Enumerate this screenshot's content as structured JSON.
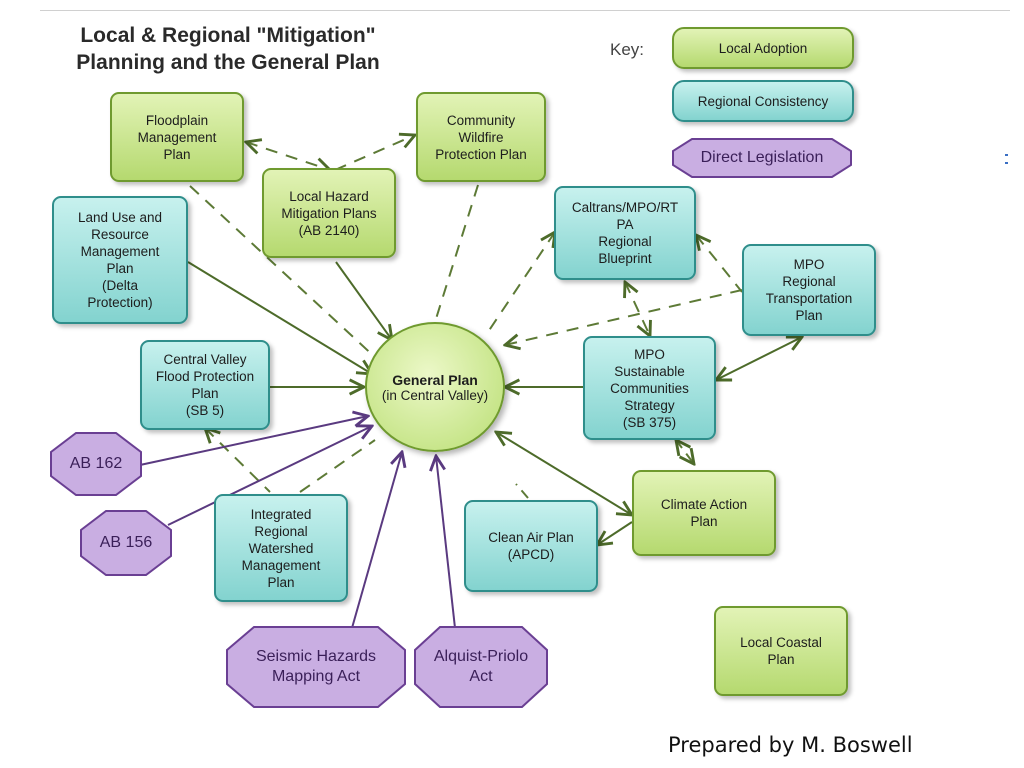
{
  "diagram": {
    "title": "Local & Regional \"Mitigation\"\nPlanning and the General Plan",
    "key": {
      "label": "Key:",
      "local_adoption": "Local Adoption",
      "regional_consistency": "Regional Consistency",
      "direct_legislation": "Direct Legislation"
    },
    "center": {
      "title": "General Plan",
      "subtitle": "(in Central Valley)"
    },
    "nodes": {
      "floodplain": "Floodplain\nManagement\nPlan",
      "wildfire": "Community\nWildfire\nProtection Plan",
      "hazard": "Local Hazard\nMitigation Plans\n(AB 2140)",
      "landuse": "Land Use and\nResource\nManagement\nPlan\n(Delta\nProtection)",
      "caltrans": "Caltrans/MPO/RT\nPA\nRegional\nBlueprint",
      "mpo_rtp": "MPO\nRegional\nTransportation\nPlan",
      "cv_flood": "Central Valley\nFlood Protection\nPlan\n(SB 5)",
      "mpo_scs": "MPO\nSustainable\nCommunities\nStrategy\n(SB 375)",
      "ab162": "AB 162",
      "ab156": "AB 156",
      "watershed": "Integrated\nRegional\nWatershed\nManagement\nPlan",
      "clean_air": "Clean Air Plan\n(APCD)",
      "climate": "Climate Action\nPlan",
      "seismic": "Seismic Hazards\nMapping Act",
      "alquist": "Alquist-Priolo\nAct",
      "coastal": "Local Coastal\nPlan"
    },
    "colors": {
      "local": "#b5d96f",
      "regional": "#83d3cf",
      "legislation": "#b996d6",
      "solid_arrow": "#4d6b2a",
      "dashed_arrow": "#5d7a36",
      "legislation_arrow": "#5a3a80"
    }
  },
  "footer": "Prepared by M. Boswell"
}
